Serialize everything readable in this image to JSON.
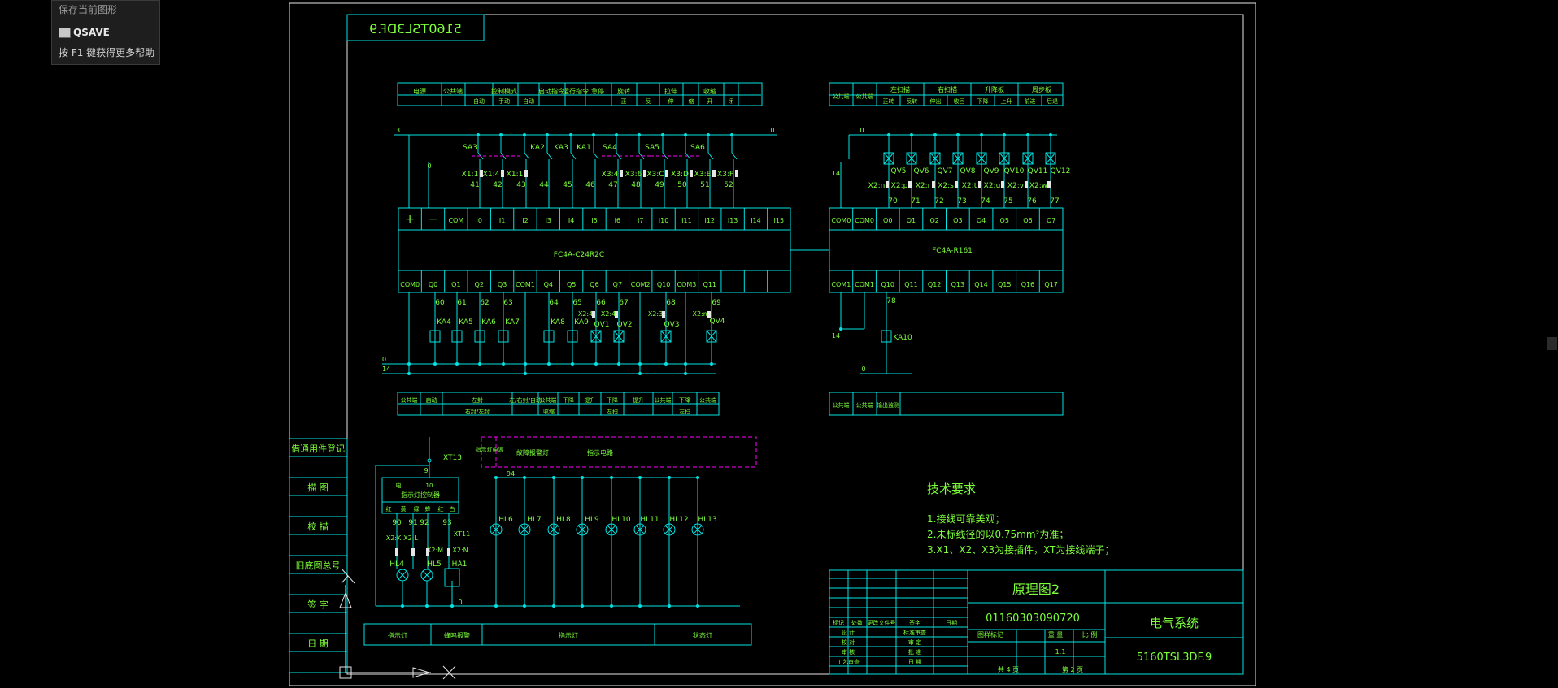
{
  "tooltip": {
    "line1": "保存当前图形",
    "command": "QSAVE",
    "help": "按 F1 键获得更多帮助"
  },
  "drawing": {
    "mirrored_title": "5160TSL3DF.9",
    "colors": {
      "line": "#00e5e5",
      "text": "#7dff3a",
      "dashed": "#ff00ff",
      "background": "#000000",
      "frame": "#e6e6e6"
    },
    "plc_main": {
      "model": "FC4A-C24R2C",
      "top_header": [
        "电源",
        "公共端",
        "控制模式",
        "",
        "",
        "启动指令",
        "运行指令",
        "急停",
        "旋转",
        "",
        "拉伸",
        "",
        "收缩",
        ""
      ],
      "top_header_sub": [
        "",
        "",
        "自动",
        "手动",
        "自动",
        "",
        "",
        "",
        "正",
        "反",
        "伸",
        "缩",
        "开",
        "闭"
      ],
      "top_terminals": [
        "+",
        "−",
        "COM",
        "I0",
        "I1",
        "I2",
        "I3",
        "I4",
        "I5",
        "I6",
        "I7",
        "I10",
        "I11",
        "I12",
        "I13",
        "I14",
        "I15"
      ],
      "bottom_terminals": [
        "COM0",
        "Q0",
        "Q1",
        "Q2",
        "Q3",
        "COM1",
        "Q4",
        "Q5",
        "Q6",
        "Q7",
        "COM2",
        "Q10",
        "COM3",
        "Q11",
        "",
        "",
        ""
      ],
      "input_devices": [
        "SA3",
        "KA2",
        "KA3",
        "KA1",
        "SA4",
        "SA5",
        "SA6"
      ],
      "input_wires": [
        "41",
        "42",
        "43",
        "44",
        "45",
        "46",
        "47",
        "48",
        "49",
        "50",
        "51",
        "52"
      ],
      "input_connectors": [
        "X1:1",
        "X1:4",
        "X1:1",
        "X3:4",
        "X3:6",
        "X3:C",
        "X3:D",
        "X3:E",
        "X3:F"
      ],
      "output_wires": [
        "60",
        "61",
        "62",
        "63",
        "64",
        "65",
        "66",
        "67",
        "68",
        "69"
      ],
      "output_devices": [
        "KA4",
        "KA5",
        "KA6",
        "KA7",
        "KA8",
        "KA9",
        "X2:4",
        "X2:4",
        "QV1",
        "QV2",
        "X2:3",
        "QV3",
        "X2:m",
        "QV4"
      ],
      "bus_labels": [
        "13",
        "0",
        "0",
        "14"
      ],
      "bottom_header": [
        "公共端",
        "启动",
        "左封",
        "左/右封/自动",
        "公共端",
        "下降",
        "提升",
        "下降",
        "提升",
        "公共端",
        "下降",
        "公共端",
        "提升"
      ],
      "bottom_header_sub": [
        "",
        "",
        "",
        "",
        "",
        "收缩",
        "",
        "左扫",
        "",
        "",
        "",
        "左扫",
        ""
      ]
    },
    "plc_ext": {
      "model": "FC4A-R161",
      "top_header": [
        "公共端",
        "公共端",
        "左扫描",
        "",
        "右扫描",
        "",
        "升降板",
        "",
        "周步板",
        ""
      ],
      "top_header_sub": [
        "",
        "",
        "正转",
        "反转",
        "伸出",
        "收回",
        "下降",
        "上升",
        "前进",
        "后退"
      ],
      "top_terminals": [
        "COM0",
        "COM0",
        "Q0",
        "Q1",
        "Q2",
        "Q3",
        "Q4",
        "Q5",
        "Q6",
        "Q7"
      ],
      "bottom_terminals": [
        "COM1",
        "COM1",
        "Q10",
        "Q11",
        "Q12",
        "Q13",
        "Q14",
        "Q15",
        "Q16",
        "Q17"
      ],
      "valves": [
        "QV5",
        "QV6",
        "QV7",
        "QV8",
        "QV9",
        "QV10",
        "QV11",
        "QV12"
      ],
      "valve_connectors": [
        "X2:n",
        "X2:p",
        "X2:r",
        "X2:s",
        "X2:t",
        "X2:u",
        "X2:v",
        "X2:w"
      ],
      "valve_wires": [
        "70",
        "71",
        "72",
        "73",
        "74",
        "75",
        "76",
        "77"
      ],
      "output_wire": "78",
      "output_device": "KA10",
      "bus_labels": [
        "0",
        "14",
        "14",
        "0"
      ],
      "bottom_header": [
        "公共端",
        "公共端",
        "输出监测"
      ]
    },
    "lamp_circuit": {
      "header": [
        "XT13",
        "9",
        "10",
        "94"
      ],
      "dashed_label_left": "指示灯电源",
      "dashed_label_mid": "指示电路",
      "transformer_label": "指示灯控制器",
      "module_pins": [
        "电",
        "红",
        "黄",
        "绿",
        "蜂",
        "红",
        "白"
      ],
      "lamp_wires": [
        "90",
        "91",
        "92",
        "93"
      ],
      "lamp_connectors": [
        "X2:K",
        "X2:L",
        "X2:M",
        "X2:N",
        "XT11"
      ],
      "lamps_left": [
        "HL4",
        "HL5",
        "HA1"
      ],
      "lamps": [
        "HL6",
        "HL7",
        "HL8",
        "HL9",
        "HL10",
        "HL11",
        "HL12",
        "HL13"
      ],
      "bottom_labels": [
        "指示灯",
        "蜂鸣报警",
        "指示灯",
        "状态灯"
      ],
      "ground": "0"
    },
    "tech_requirements": {
      "title": "技术要求",
      "items": [
        "1.接线可靠美观；",
        "2.未标线径的以0.75mm²为准；",
        "3.X1、X2、X3为接插件，XT为接线端子；"
      ]
    },
    "left_margin": [
      "借通用件登记",
      "描  图",
      "校  描",
      "旧底图总号",
      "签  字",
      "日  期"
    ],
    "title_block": {
      "drawing_name": "原理图2",
      "drawing_code": "01160303090720",
      "system": "电气系统",
      "file_number": "5160TSL3DF.9",
      "scale": "1:1",
      "total_pages": "共 4 页",
      "page": "第 2 页",
      "rows_left": [
        "标记",
        "处数",
        "更改文件号",
        "签字",
        "日期"
      ],
      "roles": [
        "设  计",
        "校  对",
        "审  核",
        "工艺审查"
      ],
      "roles_right": [
        "标准审查",
        "审  定",
        "批  准",
        "日  期"
      ],
      "stage_labels": [
        "图样标记",
        "重  量",
        "比  例"
      ]
    }
  }
}
